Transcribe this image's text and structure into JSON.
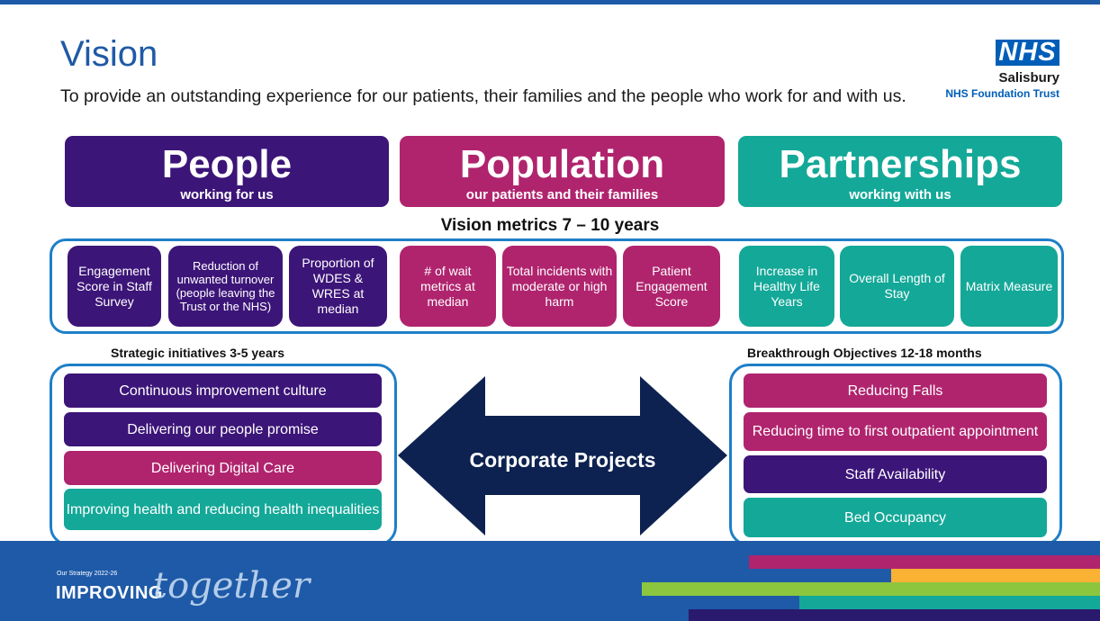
{
  "header": {
    "title": "Vision",
    "subtitle": "To provide an outstanding experience for our patients, their families and the people who work for and with us.",
    "logo_text": "NHS",
    "trust_name": "Salisbury",
    "trust_sub": "NHS Foundation Trust"
  },
  "pillars": [
    {
      "title": "People",
      "subtitle": "working for us",
      "color": "#3c1578"
    },
    {
      "title": "Population",
      "subtitle": "our patients and their families",
      "color": "#b0246e"
    },
    {
      "title": "Partnerships",
      "subtitle": "working with us",
      "color": "#14a898"
    }
  ],
  "vision_metrics": {
    "heading": "Vision metrics 7 – 10 years",
    "items": [
      "Engagement Score in Staff Survey",
      "Reduction of unwanted turnover (people leaving the Trust or the NHS)",
      "Proportion of WDES & WRES at median",
      "# of wait metrics at median",
      "Total incidents with moderate or high harm",
      "Patient Engagement Score",
      "Increase in Healthy Life Years",
      "Overall Length of Stay",
      "Matrix Measure"
    ]
  },
  "strategic": {
    "heading": "Strategic initiatives 3-5 years",
    "items": [
      "Continuous improvement culture",
      "Delivering our people promise",
      "Delivering Digital Care",
      "Improving health and reducing health inequalities"
    ]
  },
  "center": {
    "label": "Corporate Projects"
  },
  "breakthrough": {
    "heading": "Breakthrough Objectives 12-18 months",
    "items": [
      "Reducing Falls",
      "Reducing time to first outpatient appointment",
      "Staff Availability",
      "Bed Occupancy"
    ]
  },
  "footer": {
    "small": "Our Strategy 2022-26",
    "big": "IMPROVING",
    "script": "together"
  }
}
